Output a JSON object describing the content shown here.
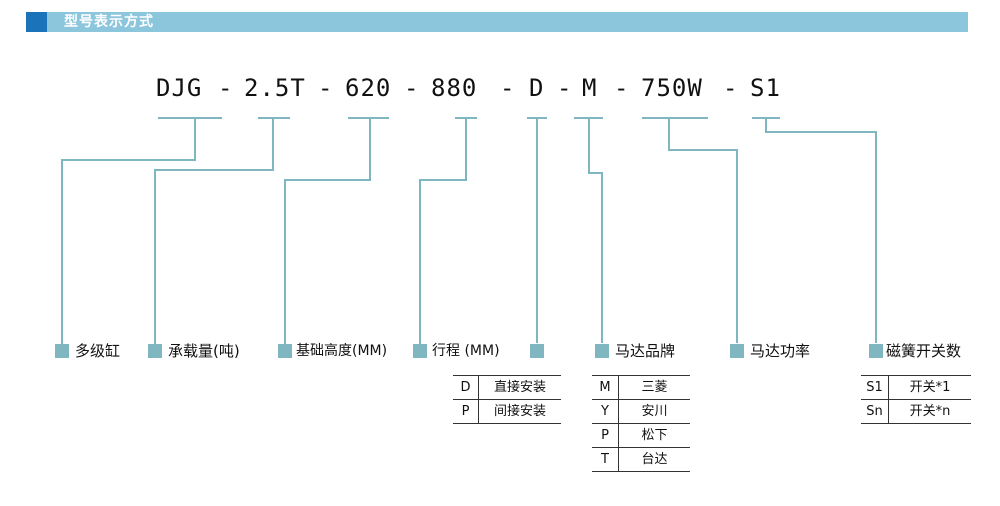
{
  "header": {
    "title": "型号表示方式"
  },
  "model_code": {
    "segments": [
      "DJG",
      "-",
      "2.5T",
      "-",
      "620",
      "-",
      "880",
      "-",
      "D",
      "-",
      "M",
      "-",
      "750W",
      "-",
      "S1"
    ]
  },
  "labels": {
    "series": "多级缸",
    "capacity": "承载量(吨)",
    "base_height": "基础高度(MM)",
    "stroke": "行程 (MM)",
    "drive": "",
    "motor_brand": "马达品牌",
    "motor_power": "马达功率",
    "magnetic_switch": "磁簧开关数"
  },
  "drive_options": [
    {
      "code": "D",
      "desc": "直接安装"
    },
    {
      "code": "P",
      "desc": "间接安装"
    }
  ],
  "brand_options": [
    {
      "code": "M",
      "desc": "三菱"
    },
    {
      "code": "Y",
      "desc": "安川"
    },
    {
      "code": "P",
      "desc": "松下"
    },
    {
      "code": "T",
      "desc": "台达"
    }
  ],
  "switch_options": [
    {
      "code": "S1",
      "desc": "开关*1"
    },
    {
      "code": "Sn",
      "desc": "开关*n"
    }
  ],
  "colors": {
    "line": "#7fb6bf",
    "square": "#7fb6bf",
    "header_bar": "#8bc6dc",
    "header_accent": "#1b73b9"
  }
}
